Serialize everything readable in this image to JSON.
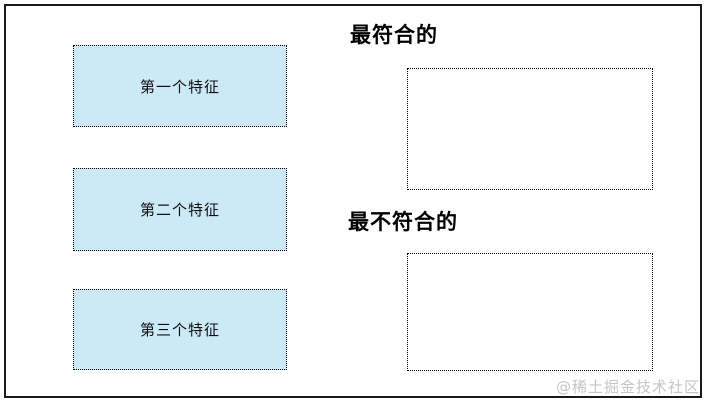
{
  "features": [
    {
      "label": "第一个特征"
    },
    {
      "label": "第二个特征"
    },
    {
      "label": "第三个特征"
    }
  ],
  "targets": {
    "best": {
      "heading": "最符合的"
    },
    "worst": {
      "heading": "最不符合的"
    }
  },
  "watermark": {
    "text": "@稀土掘金技术社区"
  },
  "colors": {
    "feature_fill": "#cbe9f6",
    "box_border": "#000000",
    "frame_border": "#1a1a1a",
    "heading_text": "#000000",
    "watermark_text": "#c6c6c6",
    "background": "#ffffff"
  }
}
